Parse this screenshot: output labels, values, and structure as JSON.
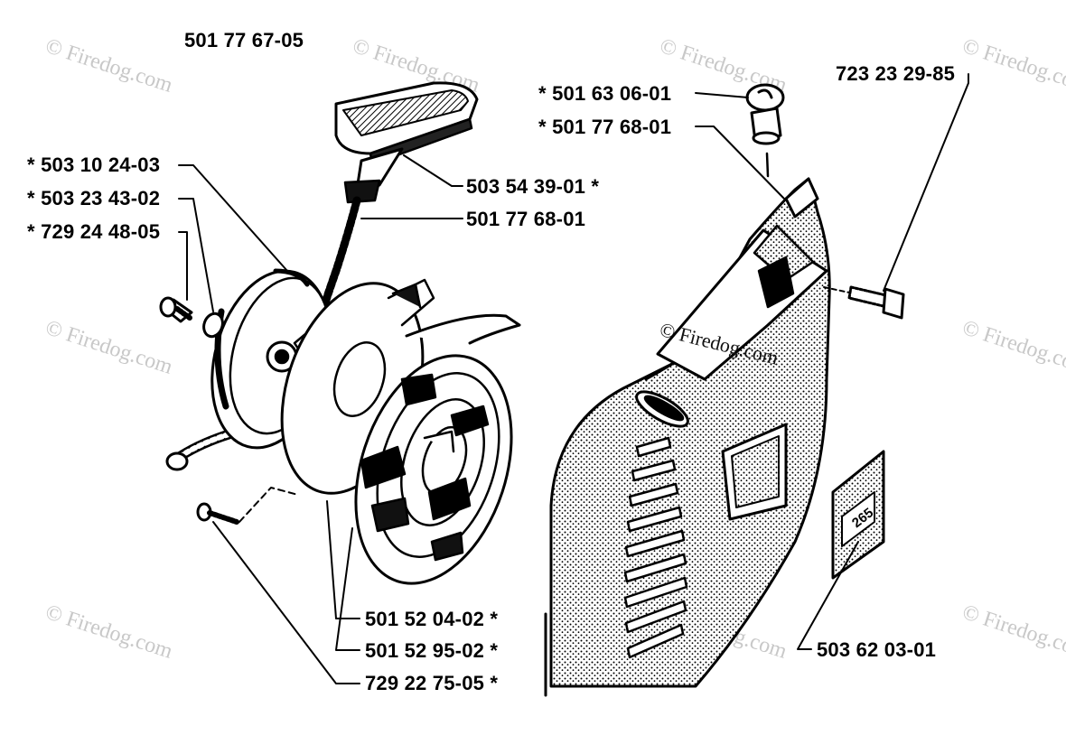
{
  "assembly_number": "501 77 67-05",
  "watermark": "© Firedog.com",
  "callouts": [
    {
      "id": "p1",
      "text": "* 501 63 06-01"
    },
    {
      "id": "p2",
      "text": "* 501 77 68-01"
    },
    {
      "id": "p3",
      "text": "723 23 29-85"
    },
    {
      "id": "p4",
      "text": "* 503 10 24-03"
    },
    {
      "id": "p5",
      "text": "* 503 23 43-02"
    },
    {
      "id": "p6",
      "text": "* 729 24 48-05"
    },
    {
      "id": "p7",
      "text": "503 54 39-01 *"
    },
    {
      "id": "p8",
      "text": "501 77 68-01"
    },
    {
      "id": "p9",
      "text": "501 52 04-02 *"
    },
    {
      "id": "p10",
      "text": "501 52 95-02 *"
    },
    {
      "id": "p11",
      "text": "729 22 75-05 *"
    },
    {
      "id": "p12",
      "text": "503 62 03-01"
    }
  ],
  "decal_text": "265"
}
